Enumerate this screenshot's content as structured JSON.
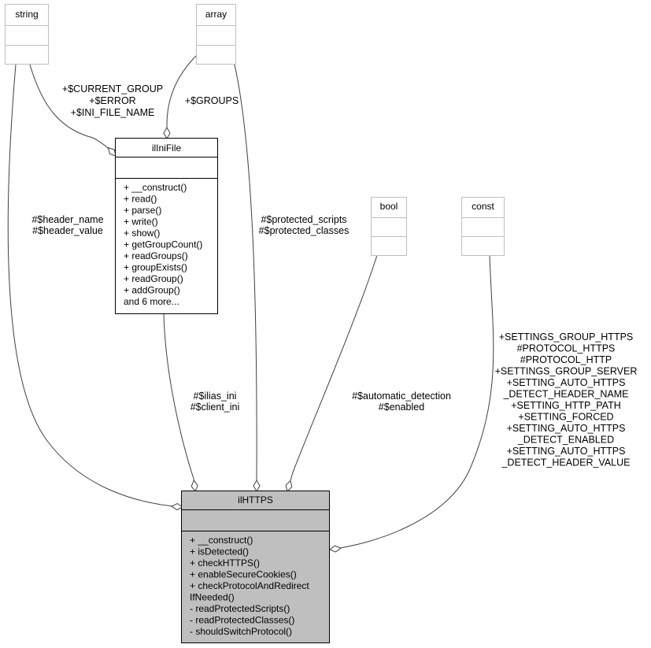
{
  "classes": {
    "string": {
      "name": "string"
    },
    "array": {
      "name": "array"
    },
    "ilIniFile": {
      "name": "ilIniFile",
      "methods": [
        "+ __construct()",
        "+ read()",
        "+ parse()",
        "+ write()",
        "+ show()",
        "+ getGroupCount()",
        "+ readGroups()",
        "+ groupExists()",
        "+ readGroup()",
        "+ addGroup()",
        "and 6 more..."
      ]
    },
    "bool": {
      "name": "bool"
    },
    "const": {
      "name": "const"
    },
    "ilHTTPS": {
      "name": "ilHTTPS",
      "methods": [
        "+ __construct()",
        "+ isDetected()",
        "+ checkHTTPS()",
        "+ enableSecureCookies()",
        "+ checkProtocolAndRedirect",
        "IfNeeded()",
        "- readProtectedScripts()",
        "- readProtectedClasses()",
        "- shouldSwitchProtocol()"
      ]
    }
  },
  "edges": {
    "string_to_inifile": [
      "+$CURRENT_GROUP",
      "+$ERROR",
      "+$INI_FILE_NAME"
    ],
    "array_to_inifile": [
      "+$GROUPS"
    ],
    "string_to_https": [
      "#$header_name",
      "#$header_value"
    ],
    "array_to_https": [
      "#$protected_scripts",
      "#$protected_classes"
    ],
    "inifile_to_https": [
      "#$ilias_ini",
      "#$client_ini"
    ],
    "bool_to_https": [
      "#$automatic_detection",
      "#$enabled"
    ],
    "const_to_https": [
      "+SETTINGS_GROUP_HTTPS",
      "#PROTOCOL_HTTPS",
      "#PROTOCOL_HTTP",
      "+SETTINGS_GROUP_SERVER",
      "+SETTING_AUTO_HTTPS",
      "_DETECT_HEADER_NAME",
      "+SETTING_HTTP_PATH",
      "+SETTING_FORCED",
      "+SETTING_AUTO_HTTPS",
      "_DETECT_ENABLED",
      "+SETTING_AUTO_HTTPS",
      "_DETECT_HEADER_VALUE"
    ]
  },
  "colors": {
    "main_class_fill": "#bfbfbf",
    "external_border": "#bfbfbf",
    "edge_color": "#404040"
  }
}
